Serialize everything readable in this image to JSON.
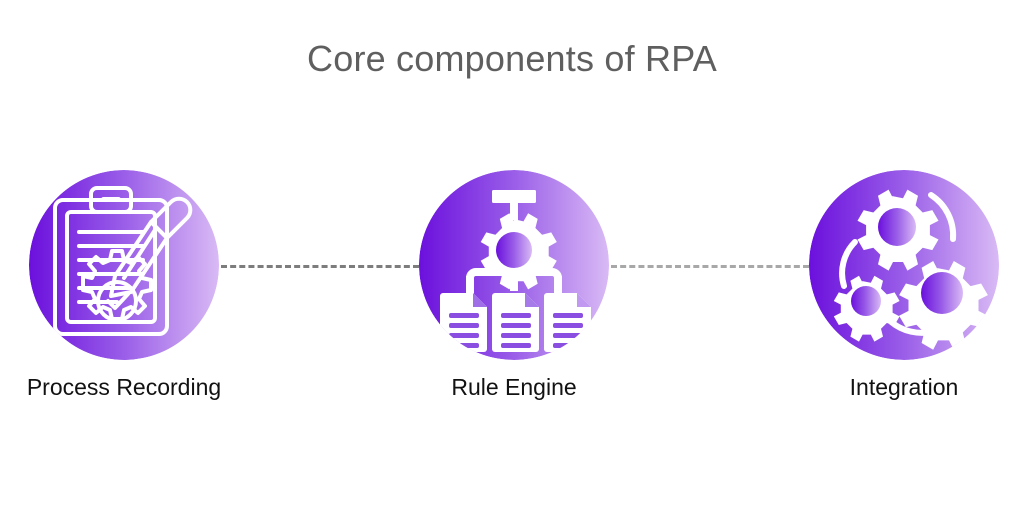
{
  "title": "Core components of RPA",
  "theme": {
    "background": "#ffffff",
    "title_color": "#5f5f5f",
    "label_color": "#121212",
    "gradient_start": "#6b10dd",
    "gradient_mid": "#9a5ee8",
    "gradient_end": "#d9baf5",
    "icon_color": "#ffffff"
  },
  "diagram": {
    "type": "process-flow",
    "orientation": "horizontal",
    "nodes": [
      {
        "id": "process-recording",
        "label": "Process Recording",
        "icon": "clipboard-pencil-gear-check-icon",
        "icon_parts": [
          "clipboard",
          "pencil",
          "gear",
          "checkmark"
        ]
      },
      {
        "id": "rule-engine",
        "label": "Rule Engine",
        "icon": "gear-flowchart-documents-icon",
        "icon_parts": [
          "gear",
          "connector-bar",
          "document",
          "document",
          "document"
        ]
      },
      {
        "id": "integration",
        "label": "Integration",
        "icon": "three-gears-arcs-icon",
        "icon_parts": [
          "gear-large",
          "gear-medium",
          "gear-small",
          "arc",
          "arc",
          "arc"
        ]
      }
    ],
    "connectors": [
      {
        "id": "connector-1",
        "from": "process-recording",
        "to": "rule-engine",
        "style": "dashed",
        "color": "#7d7d7d"
      },
      {
        "id": "connector-2",
        "from": "rule-engine",
        "to": "integration",
        "style": "dashed",
        "color": "#a8a8a8"
      }
    ]
  }
}
